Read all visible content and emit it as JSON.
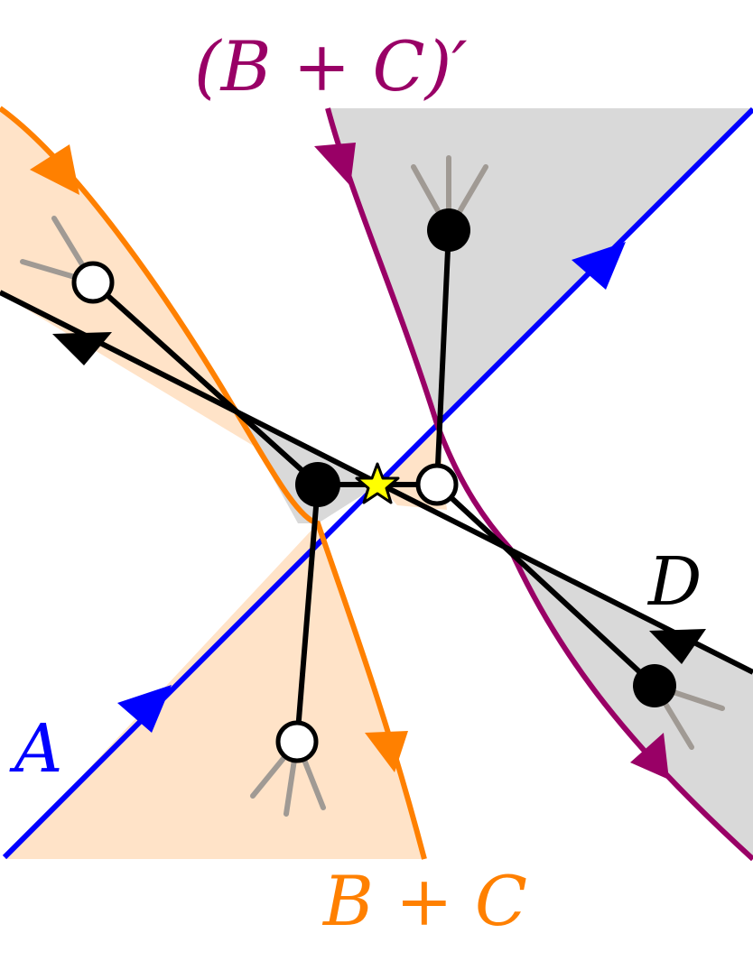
{
  "labels": {
    "bc_prime": "(B + C)′",
    "d": "D",
    "a": "A",
    "bc": "B + C"
  },
  "colors": {
    "blue": "#0000ff",
    "orange": "#ff8000",
    "purple": "#990066",
    "black": "#000000",
    "gray_fill": "#d9d9d9",
    "peach_fill": "#ffe3c8",
    "stub_gray": "#a09a94",
    "star": "#ffff00"
  },
  "marker_types": {
    "filled_vertex": "black-dot",
    "open_vertex": "white-dot",
    "center": "yellow-star"
  }
}
